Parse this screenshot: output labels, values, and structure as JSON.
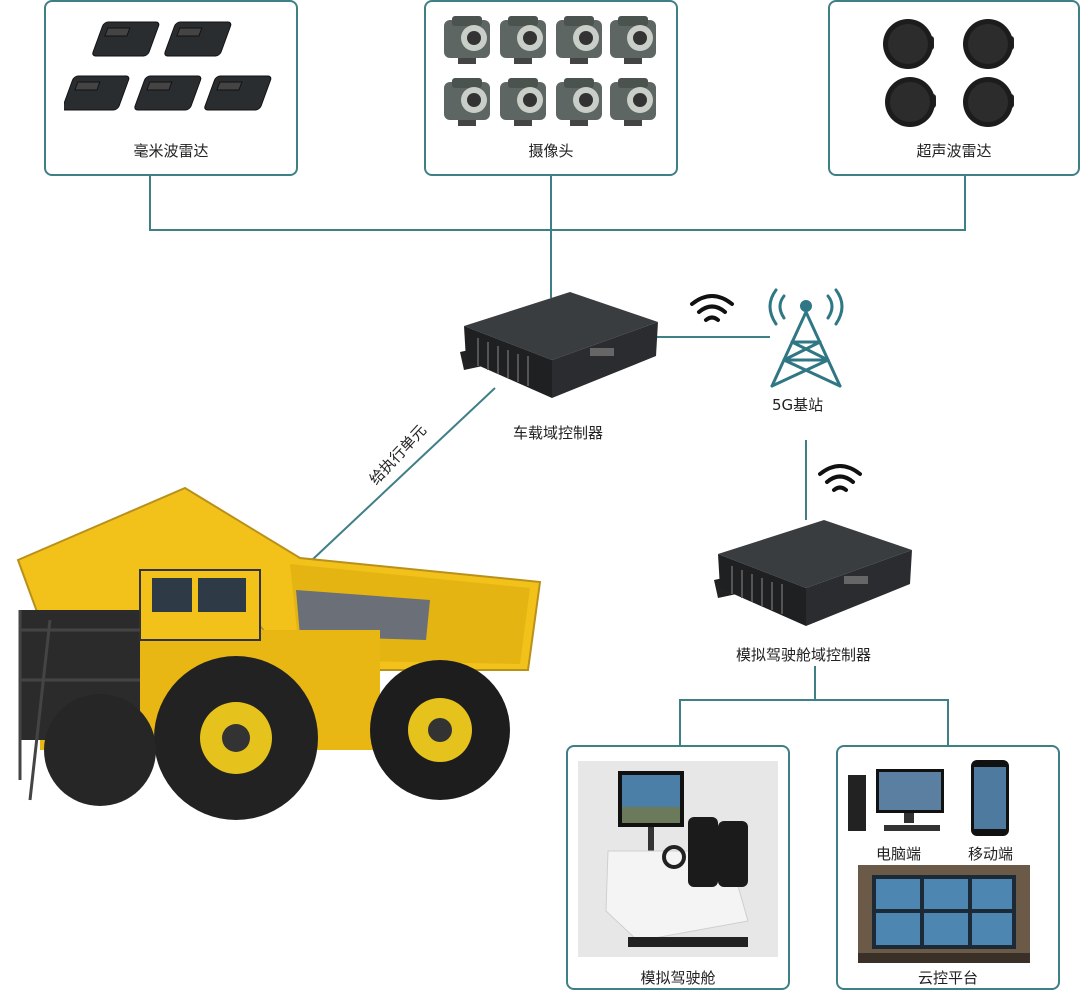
{
  "sensors": {
    "radar": {
      "label": "毫米波雷达",
      "icon": "mmwave-radar-icon"
    },
    "camera": {
      "label": "摄像头",
      "icon": "camera-icon"
    },
    "ultrasonic": {
      "label": "超声波雷达",
      "icon": "ultrasonic-radar-icon"
    }
  },
  "vehicle_controller": {
    "label": "车载域控制器"
  },
  "base_station": {
    "label": "5G基站"
  },
  "actuator_link": {
    "label": "给执行单元"
  },
  "sim_controller": {
    "label": "模拟驾驶舱域控制器"
  },
  "cockpit": {
    "label": "模拟驾驶舱"
  },
  "platform": {
    "pc_label": "电脑端",
    "mobile_label": "移动端",
    "cloud_label": "云控平台"
  },
  "colors": {
    "line": "#3f7f86",
    "tower": "#2f7784",
    "truck": "#f2c21b"
  }
}
